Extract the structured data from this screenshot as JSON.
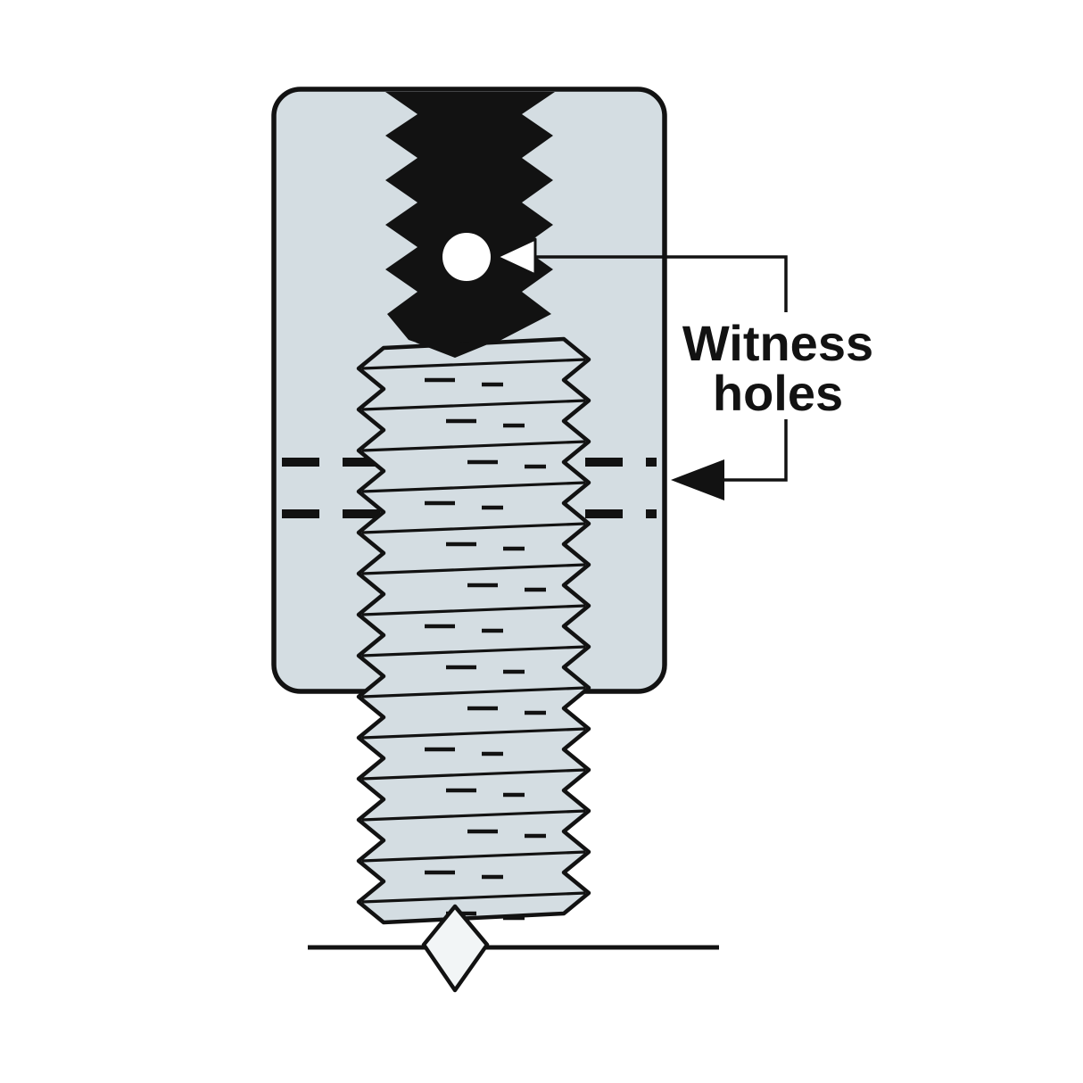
{
  "diagram": {
    "label": {
      "line1": "Witness",
      "line2": "holes"
    },
    "colors": {
      "background": "#ffffff",
      "metal_fill": "#d4dde2",
      "outline": "#121212",
      "internal_thread_fill": "#121212",
      "witness_hole_fill": "#ffffff"
    },
    "threaded_rod": {
      "visible_thread_ridges": 14
    }
  }
}
